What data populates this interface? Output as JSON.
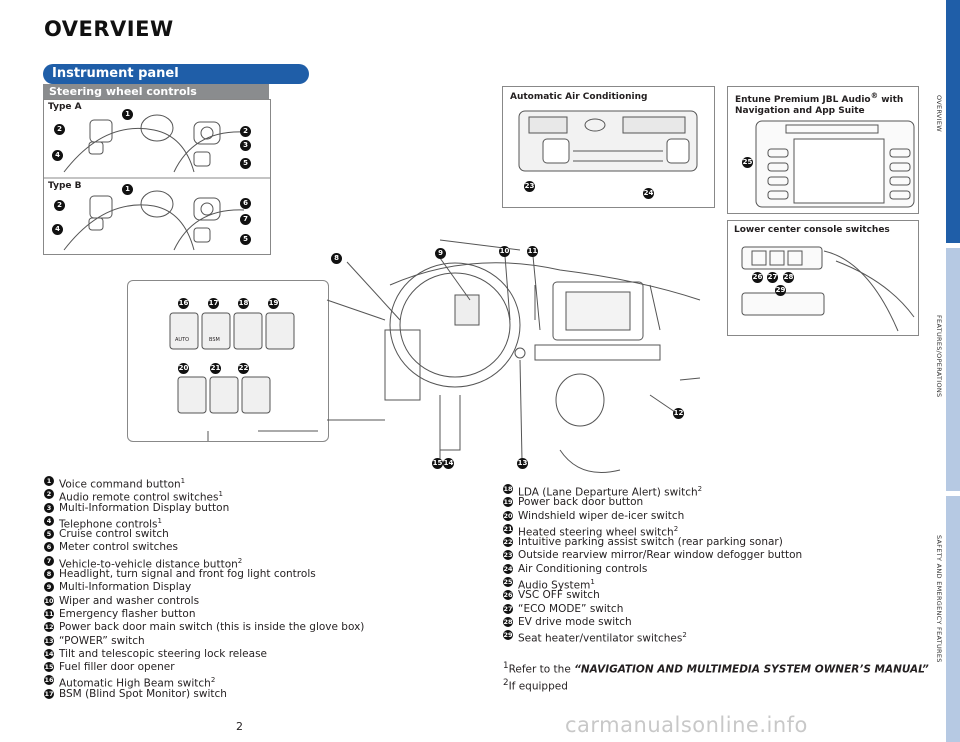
{
  "page": {
    "title": "OVERVIEW",
    "section_title": "Instrument panel",
    "subsection_title": "Steering wheel controls",
    "page_number": "2"
  },
  "diagram_labels": {
    "type_a": "Type A",
    "type_b": "Type B",
    "auto_ac": "Automatic Air Conditioning",
    "audio_line1": "Entune Premium JBL Audio",
    "audio_reg": "®",
    "audio_line1_tail": " with",
    "audio_line2": "Navigation and App Suite",
    "lower_console": "Lower center console switches",
    "auto": "AUTO",
    "bsm": "BSM"
  },
  "legend_left": [
    {
      "n": "1",
      "text": "Voice command button",
      "sup": "1"
    },
    {
      "n": "2",
      "text": "Audio remote control switches",
      "sup": "1"
    },
    {
      "n": "3",
      "text": "Multi-Information Display button",
      "sup": ""
    },
    {
      "n": "4",
      "text": "Telephone controls",
      "sup": "1"
    },
    {
      "n": "5",
      "text": "Cruise control switch",
      "sup": ""
    },
    {
      "n": "6",
      "text": "Meter control switches",
      "sup": ""
    },
    {
      "n": "7",
      "text": "Vehicle-to-vehicle distance button",
      "sup": "2"
    },
    {
      "n": "8",
      "text": "Headlight, turn signal and front fog light controls",
      "sup": ""
    },
    {
      "n": "9",
      "text": "Multi-Information Display",
      "sup": ""
    },
    {
      "n": "10",
      "text": "Wiper and washer controls",
      "sup": ""
    },
    {
      "n": "11",
      "text": "Emergency flasher button",
      "sup": ""
    },
    {
      "n": "12",
      "text": "Power back door main switch (this is inside the glove box)",
      "sup": ""
    },
    {
      "n": "13",
      "text": "“POWER” switch",
      "sup": ""
    },
    {
      "n": "14",
      "text": "Tilt and telescopic steering lock release",
      "sup": ""
    },
    {
      "n": "15",
      "text": "Fuel filler door opener",
      "sup": ""
    },
    {
      "n": "16",
      "text": "Automatic High Beam switch",
      "sup": "2"
    },
    {
      "n": "17",
      "text": "BSM (Blind Spot Monitor) switch",
      "sup": ""
    }
  ],
  "legend_right": [
    {
      "n": "18",
      "text": "LDA (Lane Departure Alert) switch",
      "sup": "2"
    },
    {
      "n": "19",
      "text": "Power back door button",
      "sup": ""
    },
    {
      "n": "20",
      "text": "Windshield wiper de-icer switch",
      "sup": ""
    },
    {
      "n": "21",
      "text": "Heated steering wheel switch",
      "sup": "2"
    },
    {
      "n": "22",
      "text": "Intuitive parking assist switch (rear parking sonar)",
      "sup": ""
    },
    {
      "n": "23",
      "text": "Outside rearview mirror/Rear window defogger button",
      "sup": ""
    },
    {
      "n": "24",
      "text": "Air Conditioning controls",
      "sup": ""
    },
    {
      "n": "25",
      "text": "Audio System",
      "sup": "1"
    },
    {
      "n": "26",
      "text": "VSC OFF switch",
      "sup": ""
    },
    {
      "n": "27",
      "text": "“ECO MODE” switch",
      "sup": ""
    },
    {
      "n": "28",
      "text": "EV drive mode switch",
      "sup": ""
    },
    {
      "n": "29",
      "text": "Seat heater/ventilator switches",
      "sup": "2"
    }
  ],
  "notes": {
    "n1_sup": "1",
    "n1_text": "Refer to the ",
    "n1_em": "“NAVIGATION AND MULTIMEDIA SYSTEM OWNER’S MANUAL”",
    "n2_sup": "2",
    "n2_text": "If equipped"
  },
  "side_tabs": [
    {
      "label": "OVERVIEW",
      "color": "#1f5ea8"
    },
    {
      "label": "FEATURES/OPERATIONS",
      "color": "#b6c9e3"
    },
    {
      "label": "SAFETY AND EMERGENCY FEATURES",
      "color": "#b6c9e3"
    }
  ],
  "watermark": "carmanualsonline.info"
}
